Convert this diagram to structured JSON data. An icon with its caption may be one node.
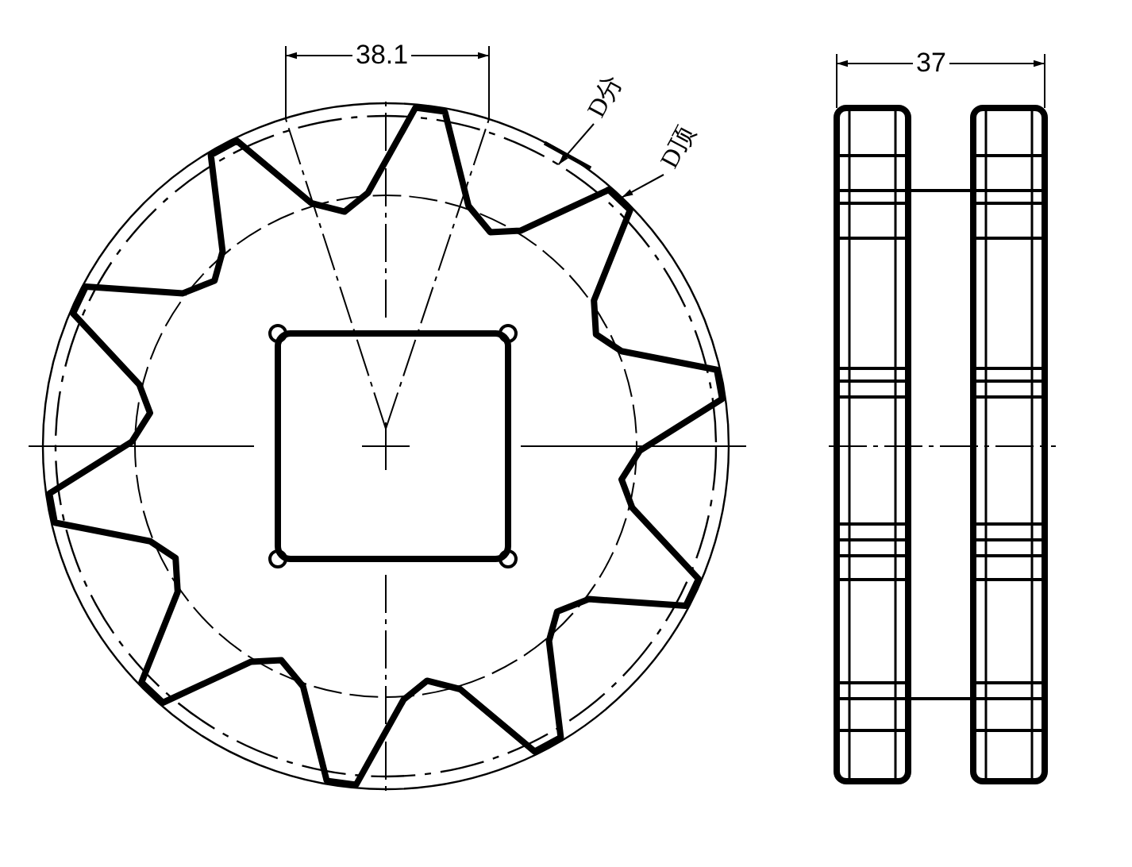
{
  "diagram": {
    "nodes": [
      {
        "text": [
          "D分"
        ]
      },
      {
        "text": [],
        "shape": "circle"
      },
      {
        "text": [
          "D顶"
        ]
      },
      {
        "text": [],
        "shape": "circle"
      }
    ],
    "edges": [
      {
        "from": 0,
        "to": 1,
        "arrow": "to"
      },
      {
        "from": 2,
        "to": 3,
        "arrow": "to"
      }
    ],
    "labels": [
      "38.1",
      "37"
    ]
  }
}
